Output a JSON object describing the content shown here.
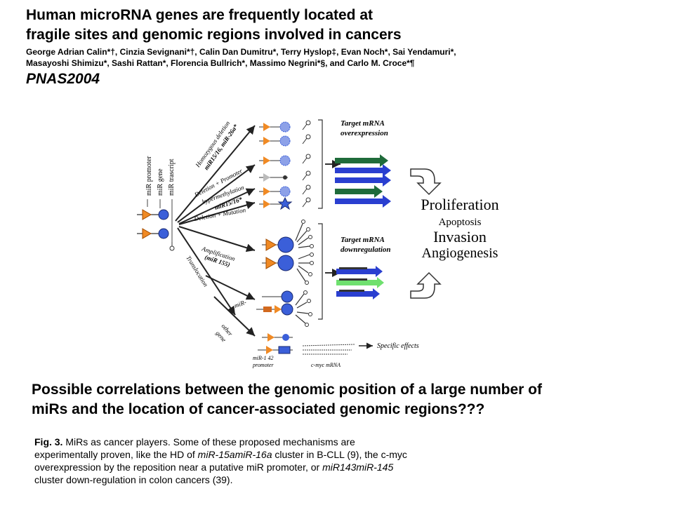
{
  "slide": {
    "title_line1": "Human microRNA genes are frequently located at",
    "title_line2": "fragile sites and genomic regions involved in cancers",
    "authors_line1": "George Adrian Calin*†, Cinzia Sevignani*†, Calin Dan Dumitru*, Terry Hyslop‡, Evan Noch*, Sai Yendamuri*,",
    "authors_line2": "Masayoshi Shimizu*, Sashi Rattan*, Florencia Bullrich*, Massimo Negrini*§, and Carlo M. Croce*¶",
    "journal": "PNAS2004",
    "question_line1": "Possible correlations between the genomic position of a large number of",
    "question_line2": "miRs and the location of cancer-associated genomic regions???"
  },
  "caption": {
    "fig_label": "Fig. 3.",
    "t1": " MiRs as cancer players. Some of these proposed mechanisms are experimentally proven, like the HD of ",
    "i1": "miR-15amiR-16a",
    "t2": " cluster in B-CLL (9), the c-myc overexpression by the reposition near a putative miR promoter, or ",
    "i2": "miR143miR-145",
    "t3": " cluster down-regulation in colon cancers (39)."
  },
  "figure": {
    "legend_promoter": "miR promoter",
    "legend_gene": "miR gene",
    "legend_transcript": "miR trascript",
    "branch_homozygous": "Homozygous deletion",
    "branch_homozygous_sub": "miR15/16, miR-26a*",
    "branch_deletion_promoter": "Deletion + Promoter",
    "branch_hypermethylation": "hypermethylation",
    "branch_hyper_sub": "miR15/16*",
    "branch_deletion_mutation": "Deletion + Mutation",
    "branch_amplification": "Amplification",
    "branch_amplification_sub": "(miR 155)",
    "branch_translocation": "Translocation",
    "label_mir": "miR-",
    "label_other": "other",
    "label_gene": "gene",
    "label_mir142": "miR-1 42",
    "label_promoter": "promoter",
    "label_cmyc": "c-myc mRNA",
    "label_target_over_1": "Target mRNA",
    "label_target_over_2": "overexpression",
    "label_target_down_1": "Target mRNA",
    "label_target_down_2": "downregulation",
    "label_specific": "Specific effects",
    "outcome_proliferation": "Proliferation",
    "outcome_apoptosis": "Apoptosis",
    "outcome_invasion": "Invasion",
    "outcome_angiogenesis": "Angiogenesis",
    "colors": {
      "promoter": "#f08a24",
      "gene": "#3b5fd9",
      "green": "#1f6b3a",
      "blue": "#2a3fd0"
    }
  }
}
